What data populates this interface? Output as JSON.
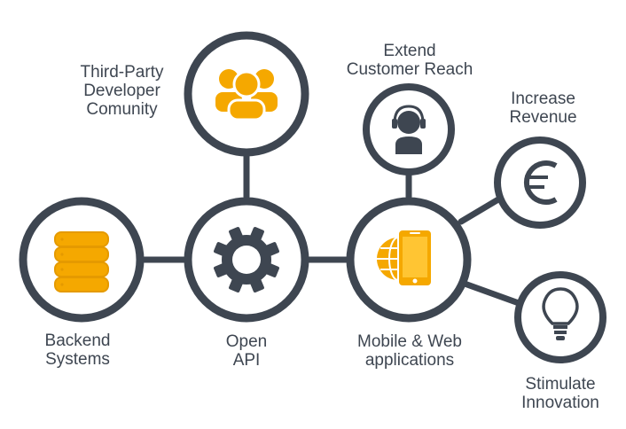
{
  "colors": {
    "ring": "#3e4651",
    "accent": "#f5a800",
    "accent_light": "#ffc533",
    "dark_icon": "#3e4651",
    "text": "#3e4651",
    "background": "#ffffff"
  },
  "nodes": {
    "developer_community": {
      "icon": "users-icon",
      "label": [
        "Third-Party",
        "Developer",
        "Comunity"
      ]
    },
    "backend_systems": {
      "icon": "database-icon",
      "label": [
        "Backend",
        "Systems"
      ]
    },
    "open_api": {
      "icon": "gear-icon",
      "label": [
        "Open",
        "API"
      ]
    },
    "mobile_web": {
      "icon": "smartphone-globe-icon",
      "label": [
        "Mobile & Web",
        "applications"
      ]
    },
    "customer_reach": {
      "icon": "headset-user-icon",
      "label": [
        "Extend",
        "Customer Reach"
      ]
    },
    "revenue": {
      "icon": "euro-icon",
      "label": [
        "Increase",
        "Revenue"
      ]
    },
    "innovation": {
      "icon": "lightbulb-icon",
      "label": [
        "Stimulate",
        "Innovation"
      ]
    }
  }
}
